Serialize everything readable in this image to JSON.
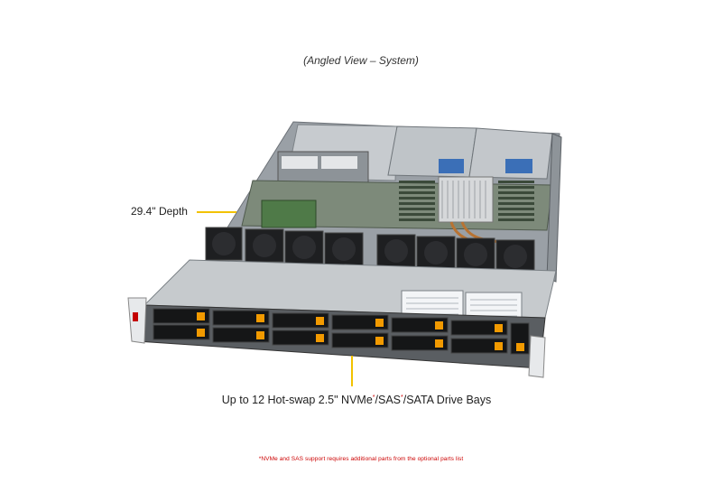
{
  "caption": "(Angled View – System)",
  "labels": {
    "depth": "29.4\" Depth",
    "bays_part1": "Up to 12 Hot-swap 2.5\" NVMe",
    "bays_sup1": "*",
    "bays_part2": "/SAS",
    "bays_sup2": "*",
    "bays_part3": "/SATA Drive Bays"
  },
  "footnote": "*NVMe and SAS support requires additional parts from the optional parts list",
  "colors": {
    "leader": "#f2c200",
    "drive_latch": "#f29a00",
    "chassis": "#b8bcc0",
    "footnote": "#cc0000"
  }
}
